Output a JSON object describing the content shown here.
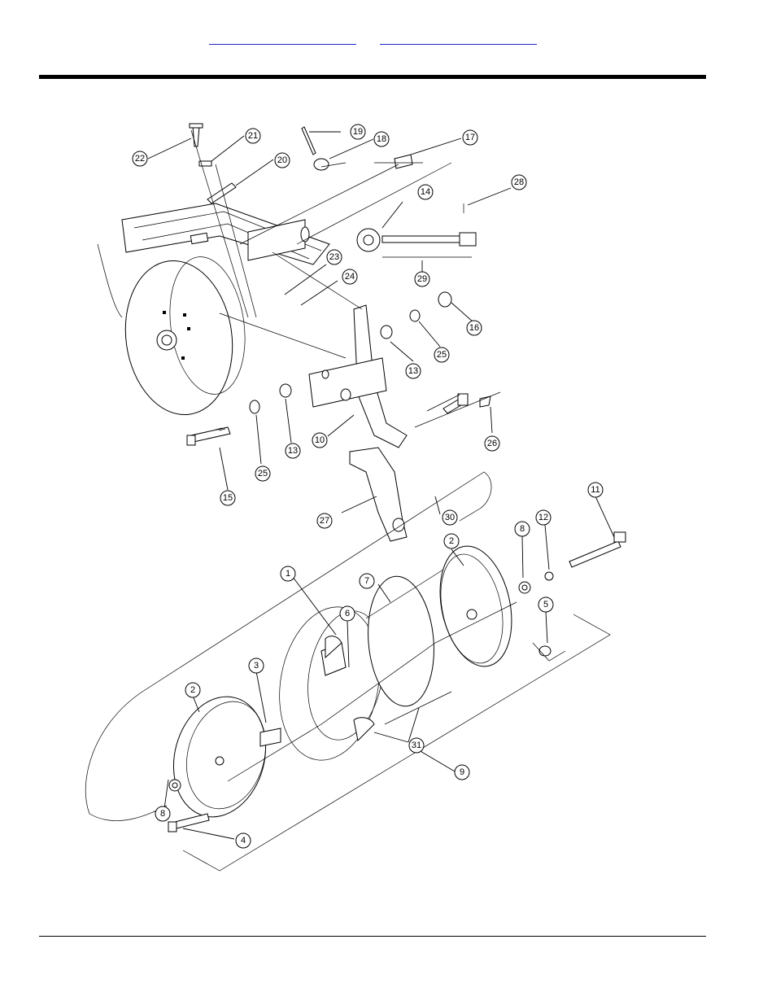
{
  "header": {
    "links": [
      "",
      ""
    ]
  },
  "diagram": {
    "callouts": [
      "1",
      "2",
      "2",
      "3",
      "4",
      "5",
      "6",
      "7",
      "8",
      "8",
      "9",
      "10",
      "11",
      "12",
      "13",
      "13",
      "14",
      "15",
      "16",
      "17",
      "18",
      "19",
      "20",
      "21",
      "22",
      "23",
      "24",
      "25",
      "25",
      "26",
      "27",
      "28",
      "29",
      "30",
      "31"
    ]
  }
}
